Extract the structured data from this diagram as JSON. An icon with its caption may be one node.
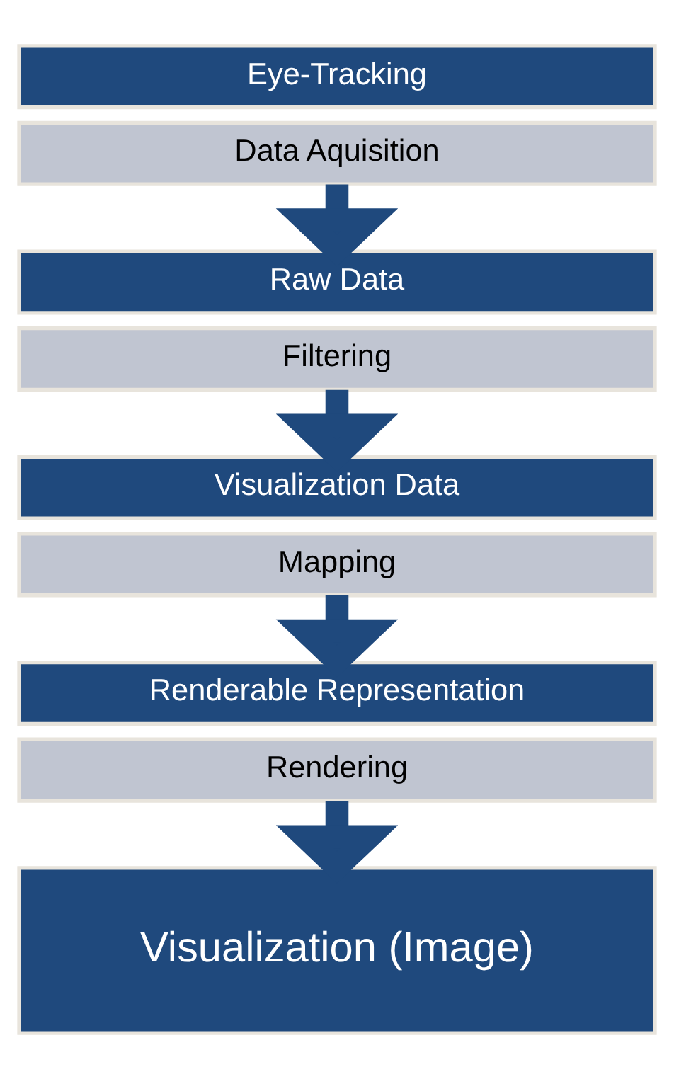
{
  "diagram": {
    "nodes": [
      {
        "text": [
          "Eye-Tracking"
        ]
      },
      {
        "text": [
          "Data Aquisition"
        ]
      },
      {
        "text": [
          "Raw Data"
        ]
      },
      {
        "text": [
          "Filtering"
        ]
      },
      {
        "text": [
          "Visualization Data"
        ]
      },
      {
        "text": [
          "Mapping"
        ]
      },
      {
        "text": [
          "Renderable Representation"
        ]
      },
      {
        "text": [
          "Rendering"
        ]
      },
      {
        "text": [
          "Visualization (Image)"
        ]
      }
    ],
    "edges": [
      {
        "from": 1,
        "to": 2,
        "arrow": "to"
      },
      {
        "from": 3,
        "to": 4,
        "arrow": "to"
      },
      {
        "from": 5,
        "to": 6,
        "arrow": "to"
      },
      {
        "from": 7,
        "to": 8,
        "arrow": "to"
      }
    ]
  }
}
